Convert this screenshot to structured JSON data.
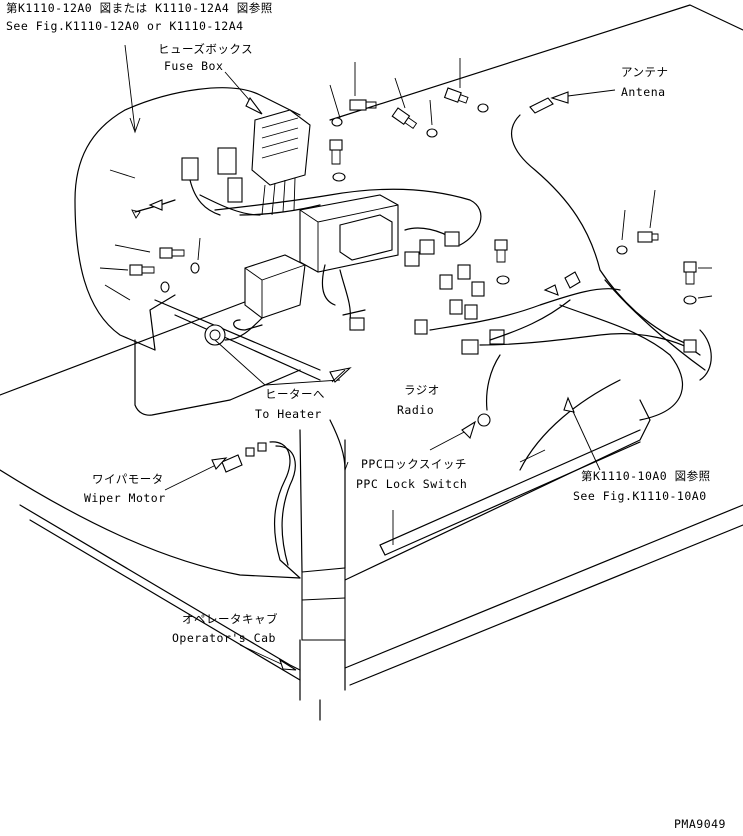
{
  "labels": {
    "ref_top_jp": "第K1110-12A0 図または K1110-12A4 図参照",
    "ref_top_en": "See Fig.K1110-12A0 or K1110-12A4",
    "fuse_box_jp": "ヒューズボックス",
    "fuse_box_en": "Fuse Box",
    "antenna_jp": "アンテナ",
    "antenna_en": "Antena",
    "heater_jp": "ヒーターへ",
    "heater_en": "To Heater",
    "radio_jp": "ラジオ",
    "radio_en": "Radio",
    "ppc_jp": "PPCロックスイッチ",
    "ppc_en": "PPC Lock Switch",
    "ref_right_jp": "第K1110-10A0 図参照",
    "ref_right_en": "See Fig.K1110-10A0",
    "wiper_jp": "ワイパモータ",
    "wiper_en": "Wiper Motor",
    "cab_jp": "オペレータキャブ",
    "cab_en": "Operator's Cab",
    "drawing_number": "PMA9049"
  }
}
